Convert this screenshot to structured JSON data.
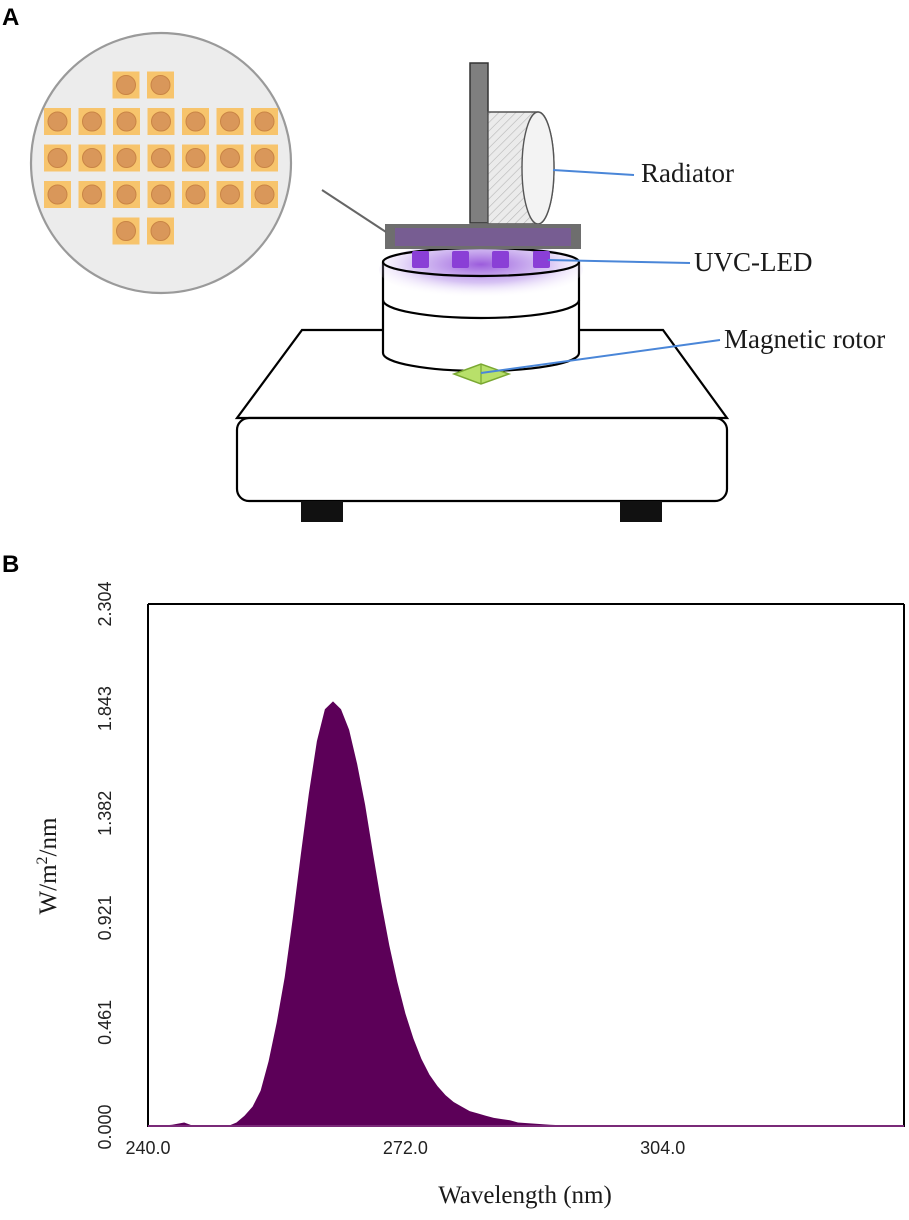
{
  "panel_a": {
    "letter": "A",
    "labels": {
      "radiator": "Radiator",
      "uvc_led": "UVC-LED",
      "magnetic_rotor": "Magnetic rotor"
    },
    "colors": {
      "led_chip": "#f7c46c",
      "led_core": "#d9975a",
      "uv_glow": "#8a3fd6",
      "leader_line": "#4a86d8",
      "rotor": "#b8e06a"
    },
    "led_array_rows": [
      2,
      7,
      7,
      7,
      2
    ]
  },
  "panel_b": {
    "letter": "B",
    "colors": {
      "fill": "#5c0058"
    }
  },
  "chart_data": {
    "type": "area",
    "xlabel": "Wavelength (nm)",
    "ylabel_main": "W/m",
    "ylabel_sup": "2",
    "ylabel_tail": "/nm",
    "xlim": [
      240,
      334
    ],
    "ylim": [
      0,
      2.304
    ],
    "x_ticks": [
      "240.0",
      "272.0",
      "304.0"
    ],
    "x_tick_values": [
      240,
      272,
      304
    ],
    "y_ticks": [
      "0.000",
      "0.461",
      "0.921",
      "1.382",
      "1.843",
      "2.304"
    ],
    "y_tick_values": [
      0,
      0.461,
      0.921,
      1.382,
      1.843,
      2.304
    ],
    "grid": false,
    "series": [
      {
        "x": [
          240,
          243,
          244.5,
          246,
          249,
          250,
          251,
          252,
          253,
          254,
          255,
          256,
          257,
          258,
          259,
          260,
          261,
          262,
          263,
          264,
          265,
          266,
          267,
          268,
          269,
          270,
          271,
          272,
          273,
          274,
          275,
          276,
          277,
          278,
          279,
          280,
          281,
          282,
          283,
          284,
          285,
          286,
          288,
          290,
          293,
          300,
          334
        ],
        "y": [
          0.0,
          0.01,
          0.02,
          0.0,
          0.0,
          0.005,
          0.02,
          0.05,
          0.09,
          0.16,
          0.29,
          0.46,
          0.66,
          0.92,
          1.2,
          1.47,
          1.7,
          1.84,
          1.875,
          1.84,
          1.75,
          1.6,
          1.42,
          1.2,
          0.99,
          0.8,
          0.64,
          0.5,
          0.39,
          0.3,
          0.23,
          0.18,
          0.14,
          0.11,
          0.09,
          0.07,
          0.06,
          0.05,
          0.04,
          0.035,
          0.03,
          0.02,
          0.015,
          0.01,
          0.005,
          0.0,
          0.0
        ]
      }
    ]
  }
}
